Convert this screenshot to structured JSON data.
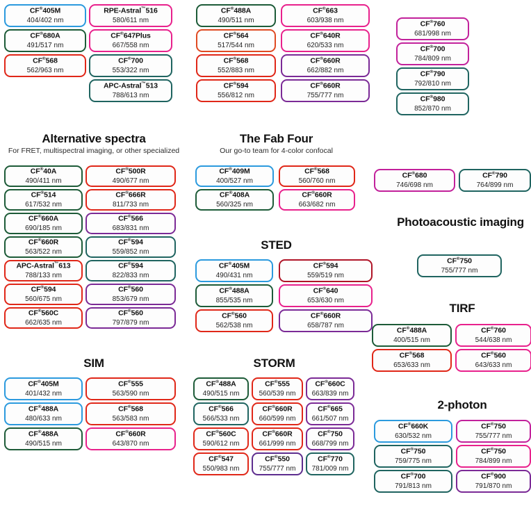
{
  "sections": {
    "top": {
      "title": "",
      "groups": [
        {
          "name": "top-col-1",
          "chips": [
            {
              "name": "CF",
              "sup": "®",
              "suffix": "405M",
              "value": "404/402 nm",
              "color": "blue"
            },
            {
              "name": "CF",
              "sup": "®",
              "suffix": "680A",
              "value": "491/517 nm",
              "color": "green"
            },
            {
              "name": "CF",
              "sup": "®",
              "suffix": "568",
              "value": "562/963 nm",
              "color": "red"
            }
          ]
        },
        {
          "name": "top-col-2",
          "chips": [
            {
              "name": "RPE-Astral",
              "sup": "™",
              "suffix": "516",
              "value": "580/611 nm",
              "color": "pink"
            },
            {
              "name": "CF",
              "sup": "®",
              "suffix": "647Plus",
              "value": "667/558 nm",
              "color": "pink"
            },
            {
              "name": "CF",
              "sup": "®",
              "suffix": "700",
              "value": "553/322 nm",
              "color": "teal"
            },
            {
              "name": "APC-Astral",
              "sup": "™",
              "suffix": "513",
              "value": "788/613 nm",
              "color": "teal"
            }
          ]
        },
        {
          "name": "top-col-3",
          "chips": [
            {
              "name": "CF",
              "sup": "®",
              "suffix": "488A",
              "value": "490/511 nm",
              "color": "green"
            },
            {
              "name": "CF",
              "sup": "®",
              "suffix": "564",
              "value": "517/544 nm",
              "color": "orange"
            },
            {
              "name": "CF",
              "sup": "®",
              "suffix": "568",
              "value": "552/883 nm",
              "color": "red"
            },
            {
              "name": "CF",
              "sup": "®",
              "suffix": "594",
              "value": "556/812 nm",
              "color": "red"
            }
          ]
        },
        {
          "name": "top-col-4",
          "chips": [
            {
              "name": "CF",
              "sup": "®",
              "suffix": "663",
              "value": "603/938 nm",
              "color": "pink"
            },
            {
              "name": "CF",
              "sup": "®",
              "suffix": "640R",
              "value": "620/533 nm",
              "color": "pink"
            },
            {
              "name": "CF",
              "sup": "®",
              "suffix": "660R",
              "value": "662/882 nm",
              "color": "purple"
            },
            {
              "name": "CF",
              "sup": "®",
              "suffix": "660R",
              "value": "755/777 nm",
              "color": "purple"
            }
          ]
        },
        {
          "name": "top-col-5",
          "chips": [
            {
              "name": "CF",
              "sup": "®",
              "suffix": "760",
              "value": "681/998 nm",
              "color": "magenta"
            },
            {
              "name": "CF",
              "sup": "®",
              "suffix": "700",
              "value": "784/809 nm",
              "color": "magenta"
            },
            {
              "name": "CF",
              "sup": "®",
              "suffix": "790",
              "value": "792/810 nm",
              "color": "teal"
            },
            {
              "name": "CF",
              "sup": "®",
              "suffix": "980",
              "value": "852/870 nm",
              "color": "teal"
            }
          ]
        }
      ]
    },
    "alternative_spectra": {
      "title": "Alternative spectra",
      "subtitle": "For FRET, multispectral imaging, or other specialized",
      "col_left": [
        {
          "name": "CF",
          "sup": "®",
          "suffix": "40A",
          "value": "490/411 nm",
          "color": "green"
        },
        {
          "name": "CF",
          "sup": "®",
          "suffix": "514",
          "value": "617/532 nm",
          "color": "green"
        },
        {
          "name": "CF",
          "sup": "®",
          "suffix": "660A",
          "value": "690/185 nm",
          "color": "green"
        },
        {
          "name": "CF",
          "sup": "®",
          "suffix": "660R",
          "value": "563/522 nm",
          "color": "green"
        },
        {
          "name": "APC-Astral",
          "sup": "™",
          "suffix": "613",
          "value": "788/133 nm",
          "color": "red"
        },
        {
          "name": "CF",
          "sup": "®",
          "suffix": "594",
          "value": "560/675 nm",
          "color": "red"
        },
        {
          "name": "CF",
          "sup": "®",
          "suffix": "560C",
          "value": "662/635 nm",
          "color": "red"
        }
      ],
      "col_right": [
        {
          "name": "CF",
          "sup": "®",
          "suffix": "500R",
          "value": "490/677 nm",
          "color": "red"
        },
        {
          "name": "CF",
          "sup": "®",
          "suffix": "666R",
          "value": "811/733 nm",
          "color": "red"
        },
        {
          "name": "CF",
          "sup": "®",
          "suffix": "566",
          "value": "683/831 nm",
          "color": "purple"
        },
        {
          "name": "CF",
          "sup": "®",
          "suffix": "594",
          "value": "559/852 nm",
          "color": "teal"
        },
        {
          "name": "CF",
          "sup": "®",
          "suffix": "594",
          "value": "822/833 nm",
          "color": "teal"
        },
        {
          "name": "CF",
          "sup": "®",
          "suffix": "560",
          "value": "853/679 nm",
          "color": "purple"
        },
        {
          "name": "CF",
          "sup": "®",
          "suffix": "560",
          "value": "797/879 nm",
          "color": "purple"
        }
      ]
    },
    "fab_four": {
      "title": "The Fab Four",
      "subtitle": "Our go-to team for 4-color confocal",
      "col_left": [
        {
          "name": "CF",
          "sup": "®",
          "suffix": "409M",
          "value": "400/527 nm",
          "color": "blue"
        },
        {
          "name": "CF",
          "sup": "®",
          "suffix": "408A",
          "value": "560/325 nm",
          "color": "green"
        }
      ],
      "col_right": [
        {
          "name": "CF",
          "sup": "®",
          "suffix": "568",
          "value": "560/760 nm",
          "color": "red"
        },
        {
          "name": "CF",
          "sup": "®",
          "suffix": "660R",
          "value": "663/682 nm",
          "color": "pink"
        }
      ]
    },
    "sted": {
      "title": "STED",
      "col_left": [
        {
          "name": "CF",
          "sup": "®",
          "suffix": "405M",
          "value": "490/431 nm",
          "color": "blue"
        },
        {
          "name": "CF",
          "sup": "®",
          "suffix": "488A",
          "value": "855/535 nm",
          "color": "green"
        },
        {
          "name": "CF",
          "sup": "®",
          "suffix": "560",
          "value": "562/538 nm",
          "color": "red"
        }
      ],
      "col_right": [
        {
          "name": "CF",
          "sup": "®",
          "suffix": "594",
          "value": "559/519 nm",
          "color": "darkred"
        },
        {
          "name": "CF",
          "sup": "®",
          "suffix": "640",
          "value": "653/630 nm",
          "color": "pink"
        },
        {
          "name": "CF",
          "sup": "®",
          "suffix": "660R",
          "value": "658/787 nm",
          "color": "purple"
        }
      ]
    },
    "sim": {
      "title": "SIM",
      "col_left": [
        {
          "name": "CF",
          "sup": "®",
          "suffix": "405M",
          "value": "401/432 nm",
          "color": "blue"
        },
        {
          "name": "CF",
          "sup": "®",
          "suffix": "488A",
          "value": "480/633 nm",
          "color": "blue"
        },
        {
          "name": "CF",
          "sup": "®",
          "suffix": "488A",
          "value": "490/515 nm",
          "color": "green"
        }
      ],
      "col_right": [
        {
          "name": "CF",
          "sup": "®",
          "suffix": "555",
          "value": "563/590 nm",
          "color": "red"
        },
        {
          "name": "CF",
          "sup": "®",
          "suffix": "568",
          "value": "563/583 nm",
          "color": "red"
        },
        {
          "name": "CF",
          "sup": "®",
          "suffix": "660R",
          "value": "643/870 nm",
          "color": "pink"
        }
      ]
    },
    "storm": {
      "title": "STORM",
      "col_1": [
        {
          "name": "CF",
          "sup": "®",
          "suffix": "488A",
          "value": "490/515 nm",
          "color": "green"
        },
        {
          "name": "CF",
          "sup": "®",
          "suffix": "566",
          "value": "566/533 nm",
          "color": "teal"
        },
        {
          "name": "CF",
          "sup": "®",
          "suffix": "560C",
          "value": "590/612 nm",
          "color": "red"
        },
        {
          "name": "CF",
          "sup": "®",
          "suffix": "547",
          "value": "550/983 nm",
          "color": "red"
        }
      ],
      "col_2": [
        {
          "name": "CF",
          "sup": "®",
          "suffix": "555",
          "value": "560/539 nm",
          "color": "red"
        },
        {
          "name": "CF",
          "sup": "®",
          "suffix": "660R",
          "value": "660/599 nm",
          "color": "red"
        },
        {
          "name": "CF",
          "sup": "®",
          "suffix": "660R",
          "value": "661/999 nm",
          "color": "red"
        },
        {
          "name": "CF",
          "sup": "®",
          "suffix": "550",
          "value": "755/777 nm",
          "color": "violet"
        }
      ],
      "col_3": [
        {
          "name": "CF",
          "sup": "®",
          "suffix": "660C",
          "value": "663/839 nm",
          "color": "purple"
        },
        {
          "name": "CF",
          "sup": "®",
          "suffix": "665",
          "value": "661/507 nm",
          "color": "purple"
        },
        {
          "name": "CF",
          "sup": "®",
          "suffix": "750",
          "value": "668/799 nm",
          "color": "purple"
        },
        {
          "name": "CF",
          "sup": "®",
          "suffix": "770",
          "value": "781/009 nm",
          "color": "teal"
        }
      ]
    },
    "right_pair": [
      {
        "name": "CF",
        "sup": "®",
        "suffix": "680",
        "value": "746/698 nm",
        "color": "magenta"
      },
      {
        "name": "CF",
        "sup": "®",
        "suffix": "790",
        "value": "764/899 nm",
        "color": "teal"
      }
    ],
    "photoacoustic": {
      "title": "Photoacoustic imaging",
      "chips": [
        {
          "name": "CF",
          "sup": "®",
          "suffix": "750",
          "value": "755/777 nm",
          "color": "teal"
        }
      ]
    },
    "tirf": {
      "title": "TIRF",
      "col_left": [
        {
          "name": "CF",
          "sup": "®",
          "suffix": "488A",
          "value": "400/515 nm",
          "color": "green"
        },
        {
          "name": "CF",
          "sup": "®",
          "suffix": "568",
          "value": "653/633 nm",
          "color": "red"
        }
      ],
      "col_right": [
        {
          "name": "CF",
          "sup": "®",
          "suffix": "760",
          "value": "544/638 nm",
          "color": "pink"
        },
        {
          "name": "CF",
          "sup": "®",
          "suffix": "560",
          "value": "643/633 nm",
          "color": "pink"
        }
      ]
    },
    "two_photon": {
      "title": "2-photon",
      "col_left": [
        {
          "name": "CF",
          "sup": "®",
          "suffix": "660K",
          "value": "630/532 nm",
          "color": "blue"
        },
        {
          "name": "CF",
          "sup": "®",
          "suffix": "750",
          "value": "759/775 nm",
          "color": "teal"
        },
        {
          "name": "CF",
          "sup": "®",
          "suffix": "700",
          "value": "791/813 nm",
          "color": "teal"
        }
      ],
      "col_right": [
        {
          "name": "CF",
          "sup": "®",
          "suffix": "750",
          "value": "755/777 nm",
          "color": "magenta"
        },
        {
          "name": "CF",
          "sup": "®",
          "suffix": "750",
          "value": "784/899 nm",
          "color": "pink"
        },
        {
          "name": "CF",
          "sup": "®",
          "suffix": "900",
          "value": "791/870 nm",
          "color": "purple"
        }
      ]
    }
  },
  "palette": {
    "blue": "#2b9ade",
    "green": "#1d5b38",
    "teal": "#1f6460",
    "red": "#e02718",
    "darkred": "#b01528",
    "orange": "#e04a22",
    "pink": "#e8218c",
    "magenta": "#c2219b",
    "purple": "#7b2a96",
    "violet": "#5d2d8e"
  }
}
